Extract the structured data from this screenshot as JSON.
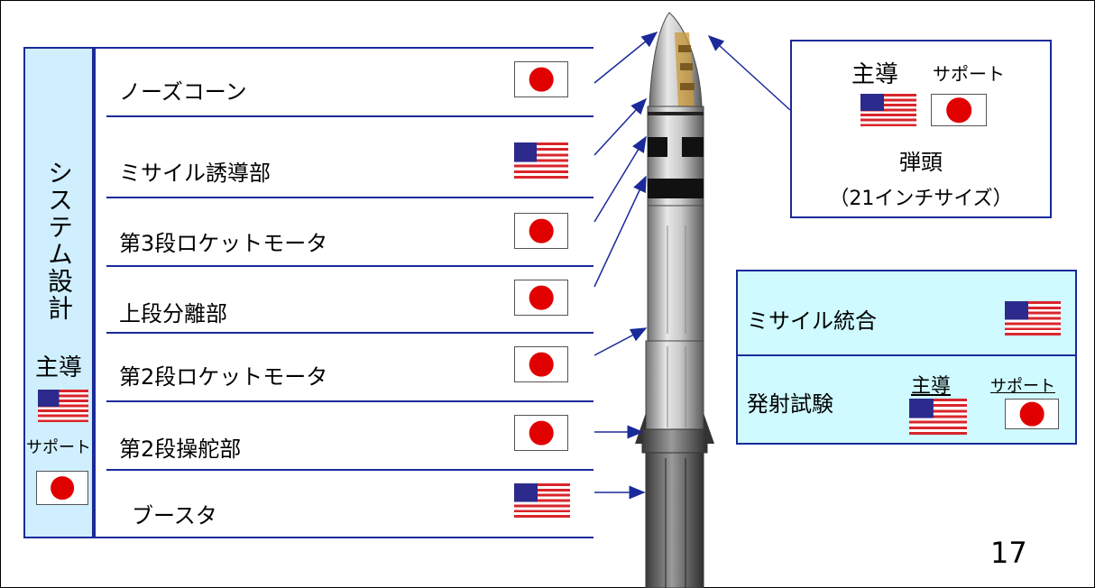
{
  "system": {
    "title": "システム設計",
    "lead_label": "主導",
    "support_label": "サポート"
  },
  "components": [
    {
      "label": "ノーズコーン",
      "flag": "jp"
    },
    {
      "label": "ミサイル誘導部",
      "flag": "us"
    },
    {
      "label": "第3段ロケットモータ",
      "flag": "jp"
    },
    {
      "label": "上段分離部",
      "flag": "jp"
    },
    {
      "label": "第2段ロケットモータ",
      "flag": "jp"
    },
    {
      "label": "第2段操舵部",
      "flag": "jp"
    },
    {
      "label": "ブースタ",
      "flag": "us"
    }
  ],
  "warhead": {
    "lead_label": "主導",
    "support_label": "サポート",
    "name": "弾頭",
    "size": "（21インチサイズ）"
  },
  "integration": {
    "label": "ミサイル統合"
  },
  "launch_test": {
    "label": "発射試験",
    "lead_label": "主導",
    "support_label": "サポート"
  },
  "page_number": "17",
  "colors": {
    "border": "#1a2a9a",
    "system_fill": "#cfefff",
    "integration_fill": "#cffaff",
    "jp_red": "#e00000",
    "us_red": "#d9252c",
    "us_blue": "#2c2a8c"
  }
}
